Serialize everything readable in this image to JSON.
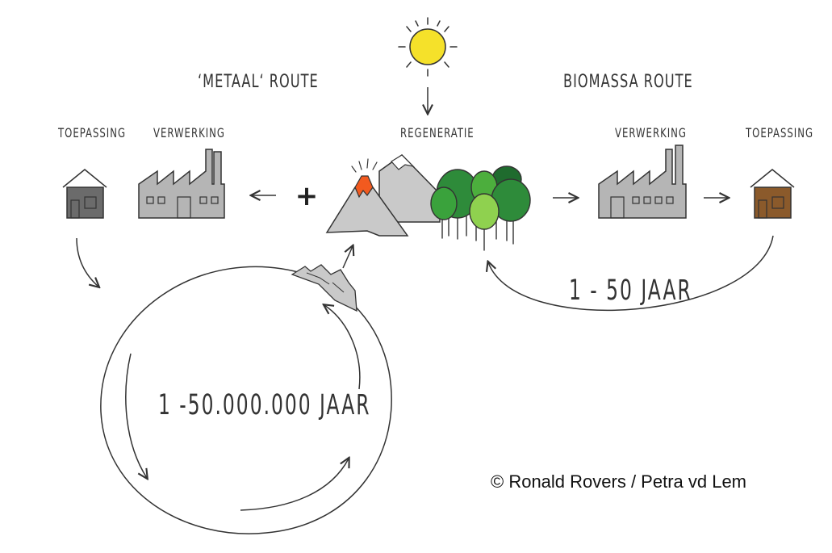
{
  "left_route": {
    "title": "‘METAAL‘ ROUTE",
    "use_label": "TOEPASSING",
    "process_label": "VERWERKING"
  },
  "right_route": {
    "title": "BIOMASSA ROUTE",
    "use_label": "TOEPASSING",
    "process_label": "VERWERKING"
  },
  "center": {
    "label": "REGENERATIE",
    "plus": "+"
  },
  "cycles": {
    "short": "1 - 50 JAAR",
    "long": "1 -50.000.000 JAAR"
  },
  "credit": "© Ronald Rovers / Petra vd Lem",
  "colors": {
    "sun": "#f5e12a",
    "house_left": "#6b6b6b",
    "house_right": "#8b5a2b",
    "factory": "#b5b5b5",
    "mountain": "#c9c9c9",
    "lava": "#f25a1f",
    "trees": [
      "#2e8b3a",
      "#3aa23c",
      "#8fd14f",
      "#1f6b2e",
      "#4cae3d"
    ]
  },
  "icons": [
    "sun-icon",
    "house-icon",
    "factory-icon",
    "volcano-icon",
    "mountain-icon",
    "forest-icon",
    "rock-icon"
  ]
}
